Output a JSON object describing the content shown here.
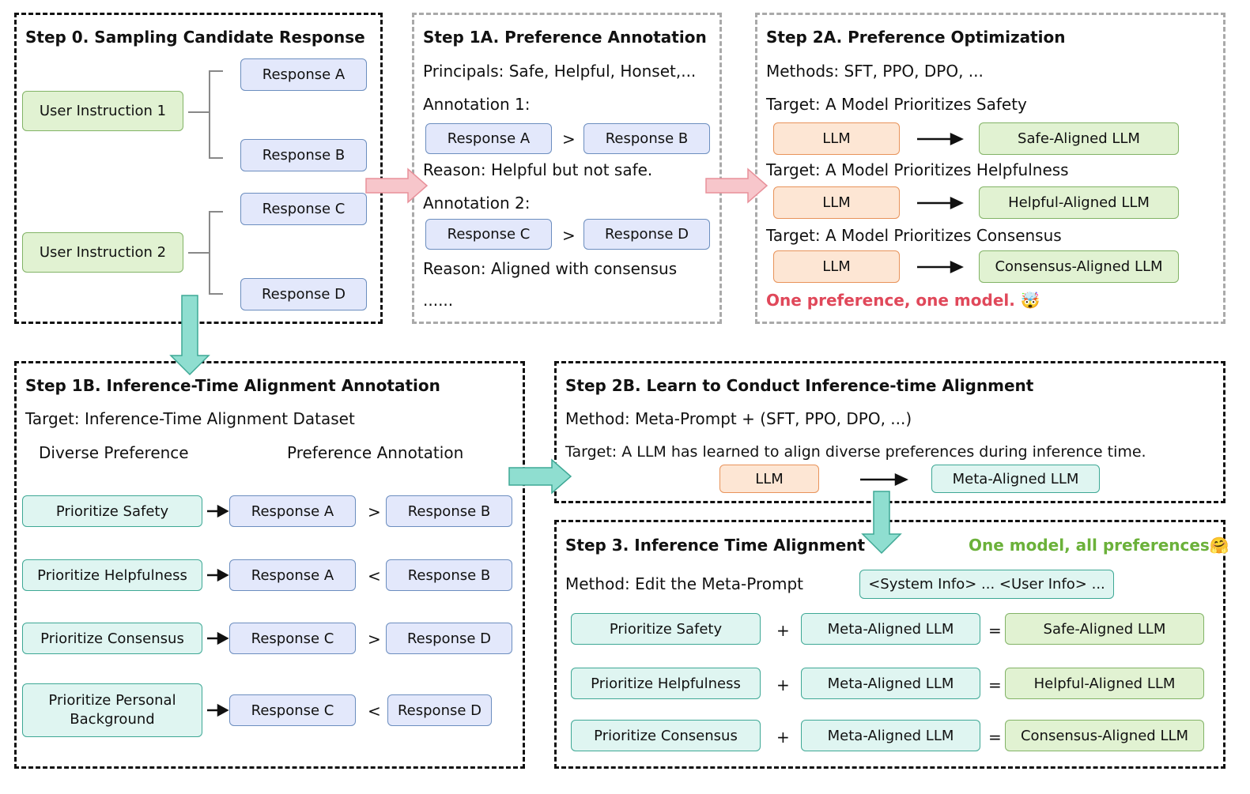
{
  "step0": {
    "title": "Step 0. Sampling Candidate Response",
    "instruction1": "User Instruction 1",
    "instruction2": "User Instruction 2",
    "responses": [
      "Response A",
      "Response B",
      "Response C",
      "Response D"
    ]
  },
  "step1a": {
    "title": "Step 1A. Preference Annotation",
    "principals": "Principals: Safe, Helpful, Honset,...",
    "annotation1": "Annotation 1:",
    "a1_left": "Response A",
    "a1_op": ">",
    "a1_right": "Response B",
    "reason1": "Reason: Helpful but not safe.",
    "annotation2": "Annotation 2:",
    "a2_left": "Response C",
    "a2_op": ">",
    "a2_right": "Response D",
    "reason2": "Reason: Aligned with consensus",
    "ellipsis": "......"
  },
  "step2a": {
    "title": "Step 2A. Preference Optimization",
    "methods": "Methods: SFT, PPO, DPO, ...",
    "rows": [
      {
        "target": "Target: A Model Prioritizes Safety",
        "from": "LLM",
        "to": "Safe-Aligned LLM"
      },
      {
        "target": "Target: A Model Prioritizes Helpfulness",
        "from": "LLM",
        "to": "Helpful-Aligned LLM"
      },
      {
        "target": "Target: A Model Prioritizes Consensus",
        "from": "LLM",
        "to": "Consensus-Aligned LLM"
      }
    ],
    "footer": "One preference, one model.",
    "footer_emoji": "🤯"
  },
  "step1b": {
    "title": "Step 1B. Inference-Time Alignment Annotation",
    "target": "Target: Inference-Time Alignment Dataset",
    "col1": "Diverse Preference",
    "col2": "Preference Annotation",
    "rows": [
      {
        "pref": "Prioritize Safety",
        "left": "Response A",
        "op": ">",
        "right": "Response B"
      },
      {
        "pref": "Prioritize Helpfulness",
        "left": "Response A",
        "op": "<",
        "right": "Response B"
      },
      {
        "pref": "Prioritize Consensus",
        "left": "Response C",
        "op": ">",
        "right": "Response D"
      },
      {
        "pref_line1": "Prioritize Personal",
        "pref_line2": "Background",
        "left": "Response C",
        "op": "<",
        "right": "Response D"
      }
    ]
  },
  "step2b": {
    "title": "Step 2B. Learn to Conduct Inference-time Alignment",
    "method": "Method: Meta-Prompt + (SFT, PPO, DPO, ...)",
    "target": "Target: A LLM has learned to align diverse preferences during inference time.",
    "from": "LLM",
    "to": "Meta-Aligned LLM"
  },
  "step3": {
    "title": "Step 3. Inference Time Alignment",
    "tagline": "One model, all preferences",
    "tagline_emoji": "🤗",
    "method": "Method: Edit the Meta-Prompt",
    "meta_prompt": "<System Info> ... <User Info> ...",
    "rows": [
      {
        "pref": "Prioritize Safety",
        "plus": "+",
        "model": "Meta-Aligned LLM",
        "eq": "=",
        "result": "Safe-Aligned LLM"
      },
      {
        "pref": "Prioritize Helpfulness",
        "plus": "+",
        "model": "Meta-Aligned LLM",
        "eq": "=",
        "result": "Helpful-Aligned LLM"
      },
      {
        "pref": "Prioritize Consensus",
        "plus": "+",
        "model": "Meta-Aligned LLM",
        "eq": "=",
        "result": "Consensus-Aligned LLM"
      }
    ]
  },
  "colors": {
    "blue_fill": "#e3e8fb",
    "green_fill": "#e1f2d2",
    "orange_fill": "#fde6d4",
    "teal_fill": "#dff5f1",
    "pink_arrow": "#f7c6cb",
    "teal_arrow": "#8fded0",
    "red_text": "#e0485a",
    "green_text": "#6bb13a"
  }
}
